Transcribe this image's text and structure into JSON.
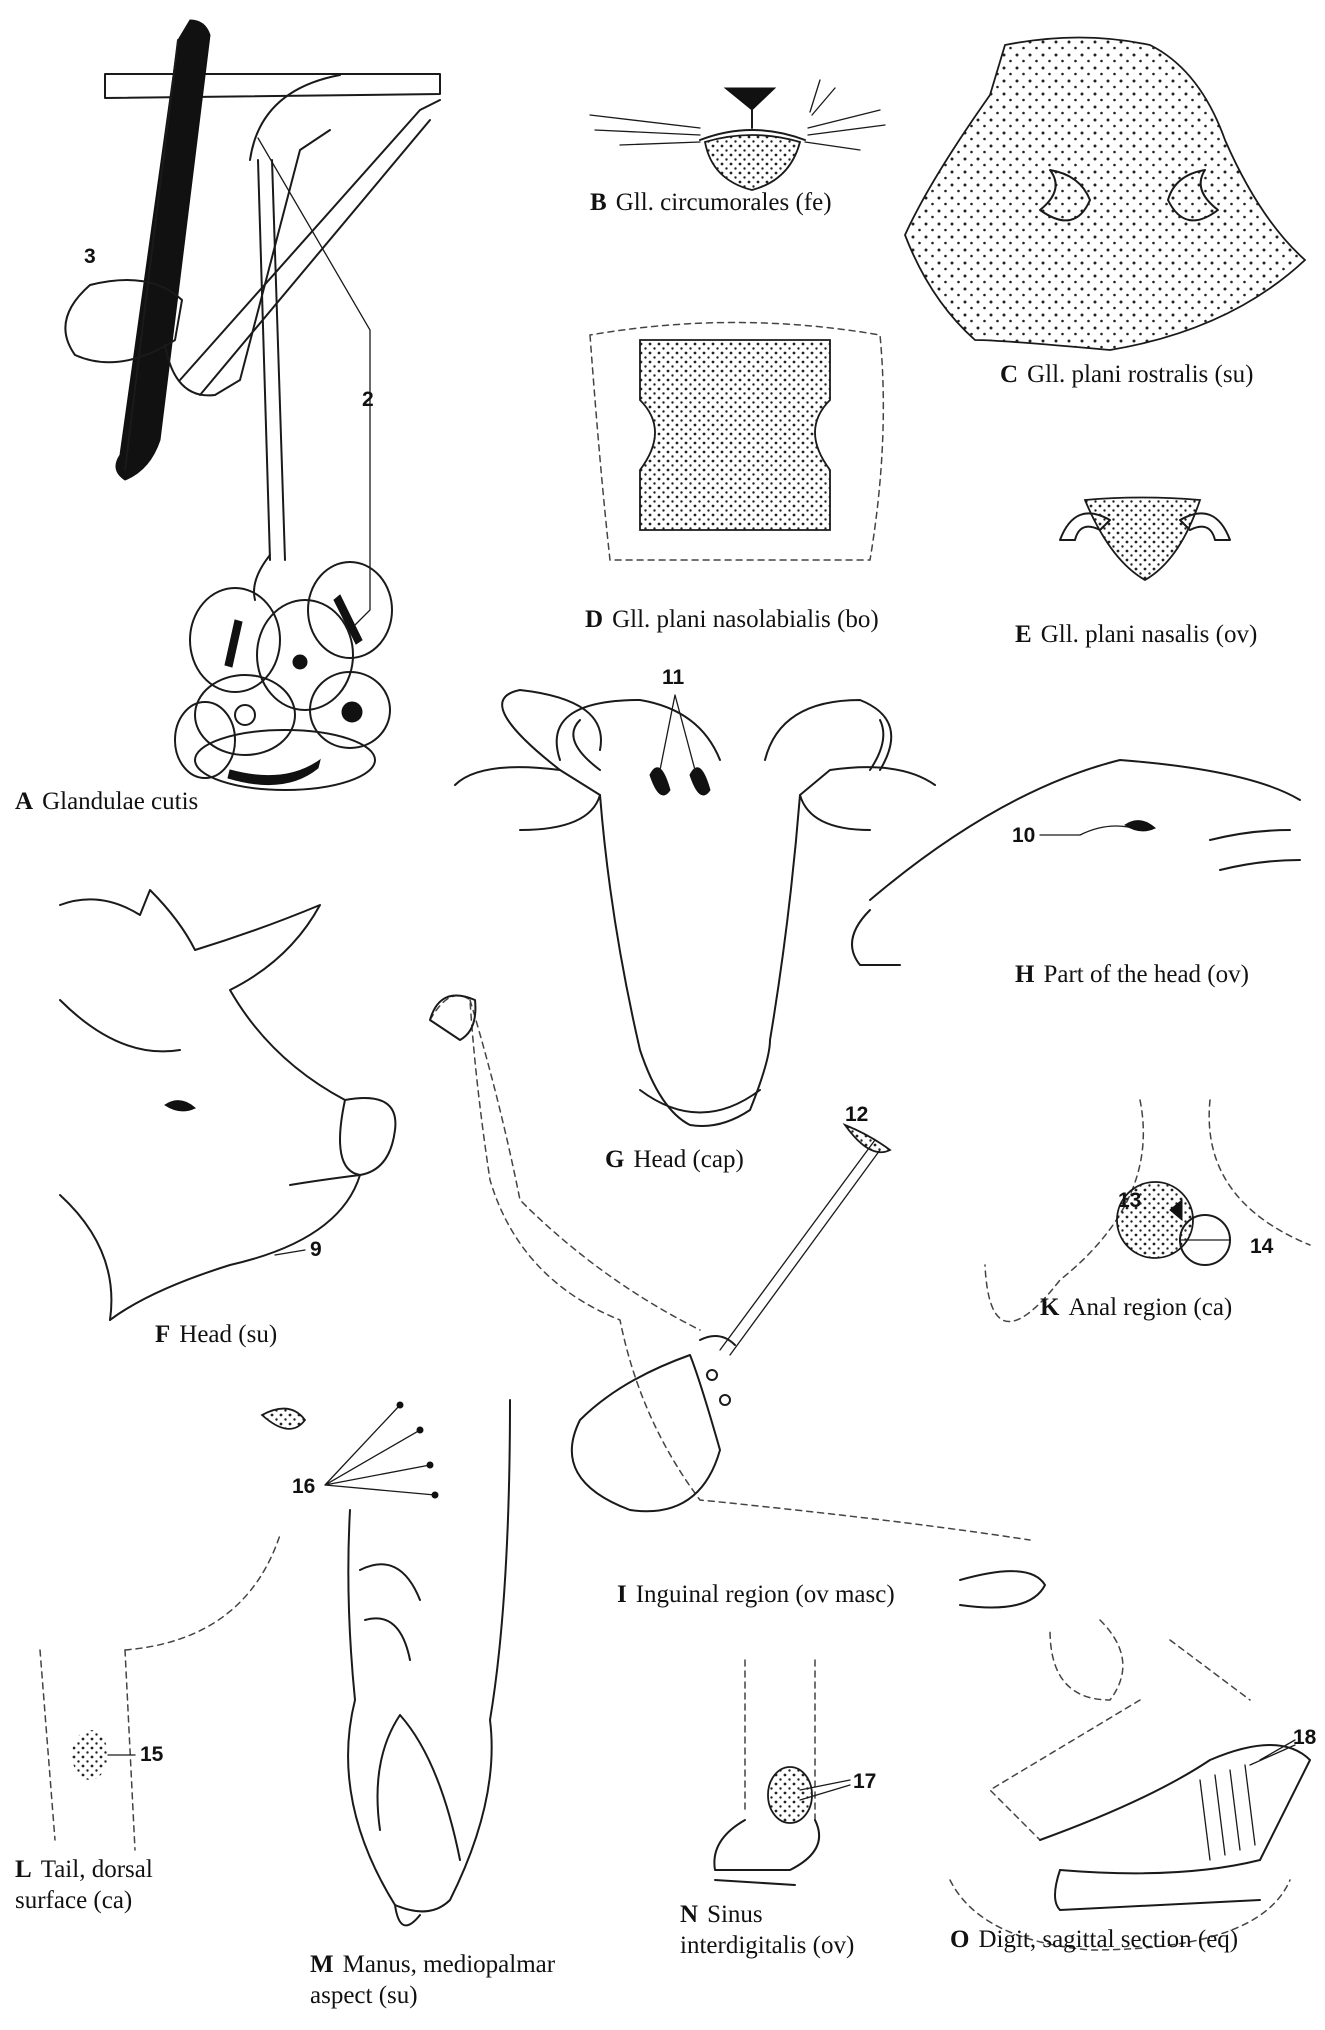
{
  "panels": {
    "A": {
      "letter": "A",
      "caption": "Glandulae cutis"
    },
    "B": {
      "letter": "B",
      "caption": "Gll. circumorales (fe)"
    },
    "C": {
      "letter": "C",
      "caption": "Gll. plani rostralis (su)"
    },
    "D": {
      "letter": "D",
      "caption": "Gll. plani nasolabialis (bo)"
    },
    "E": {
      "letter": "E",
      "caption": "Gll. plani nasalis (ov)"
    },
    "F": {
      "letter": "F",
      "caption": "Head (su)"
    },
    "G": {
      "letter": "G",
      "caption": "Head (cap)"
    },
    "H": {
      "letter": "H",
      "caption": "Part of the head (ov)"
    },
    "I": {
      "letter": "I",
      "caption": "Inguinal region (ov masc)"
    },
    "K": {
      "letter": "K",
      "caption": "Anal region (ca)"
    },
    "L": {
      "letter": "L",
      "caption_line1": "Tail, dorsal",
      "caption_line2": "surface (ca)"
    },
    "M": {
      "letter": "M",
      "caption_line1": "Manus, mediopalmar",
      "caption_line2": "aspect (su)"
    },
    "N": {
      "letter": "N",
      "caption_line1": "Sinus",
      "caption_line2": "interdigitalis (ov)"
    },
    "O": {
      "letter": "O",
      "caption": "Digit, sagittal section (eq)"
    }
  },
  "labels": {
    "n2": "2",
    "n3": "3",
    "n9": "9",
    "n10": "10",
    "n11": "11",
    "n12": "12",
    "n13": "13",
    "n14": "14",
    "n15": "15",
    "n16": "16",
    "n17": "17",
    "n18": "18"
  },
  "colors": {
    "ink": "#1a1a1a",
    "background": "#ffffff"
  }
}
